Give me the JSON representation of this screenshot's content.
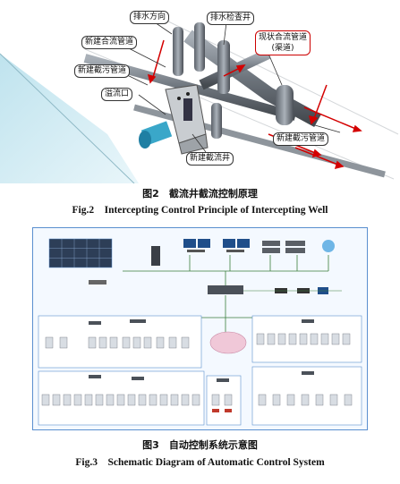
{
  "figure2": {
    "callouts": {
      "drain_direction": "排水方向",
      "inspection_well": "排水检查井",
      "new_combined_pipe": "新建合流管道",
      "existing_combined_pipe": "现状合流管道",
      "existing_combined_pipe_sub": "(渠道)",
      "new_intercepting_pipe_left": "新建截污管道",
      "overflow_outlet": "溢流口",
      "new_intercepting_pipe_right": "新建截污管道",
      "new_intercepting_well": "新建截流井"
    },
    "caption_zh": "图2　截流井截流控制原理",
    "caption_en": "Fig.2　Intercepting Control Principle of Intercepting Well",
    "colors": {
      "pipe": "#7d8590",
      "arrow": "#d40000",
      "callout_border": "#333333"
    }
  },
  "figure3": {
    "caption_zh": "图3　自动控制系统示意图",
    "caption_en": "Fig.3　Schematic Diagram of Automatic Control System",
    "colors": {
      "frame": "#5a8fcf",
      "background": "#f4f9ff",
      "cloud": "#f0c8d8"
    }
  }
}
